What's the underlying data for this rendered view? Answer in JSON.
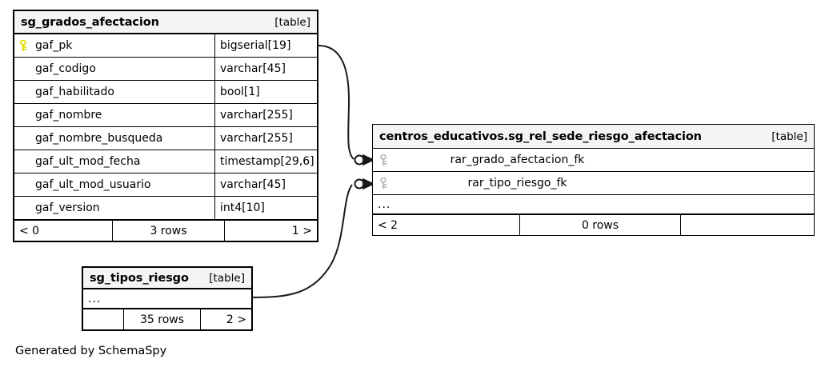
{
  "diagram": {
    "credit": "Generated by SchemaSpy",
    "table_tag": "[table]",
    "ellipsis": "...",
    "colors": {
      "pk_key": "#e8e800",
      "fk_key": "#b8b8b8",
      "header_bg": "#f4f4f4",
      "border": "#000000",
      "background": "#ffffff"
    }
  },
  "tables": {
    "grados": {
      "title": "sg_grados_afectacion",
      "tag": "[table]",
      "columns": [
        {
          "name": "gaf_pk",
          "type": "bigserial[19]",
          "key": "primary-key-icon"
        },
        {
          "name": "gaf_codigo",
          "type": "varchar[45]",
          "key": null
        },
        {
          "name": "gaf_habilitado",
          "type": "bool[1]",
          "key": null
        },
        {
          "name": "gaf_nombre",
          "type": "varchar[255]",
          "key": null
        },
        {
          "name": "gaf_nombre_busqueda",
          "type": "varchar[255]",
          "key": null
        },
        {
          "name": "gaf_ult_mod_fecha",
          "type": "timestamp[29,6]",
          "key": null
        },
        {
          "name": "gaf_ult_mod_usuario",
          "type": "varchar[45]",
          "key": null
        },
        {
          "name": "gaf_version",
          "type": "int4[10]",
          "key": null
        }
      ],
      "footer": {
        "left": "< 0",
        "middle": "3 rows",
        "right": "1 >"
      }
    },
    "relacion": {
      "title": "centros_educativos.sg_rel_sede_riesgo_afectacion",
      "tag": "[table]",
      "columns": [
        {
          "name": "rar_grado_afectacion_fk",
          "key": "foreign-key-icon"
        },
        {
          "name": "rar_tipo_riesgo_fk",
          "key": "foreign-key-icon"
        }
      ],
      "ellipsis": "...",
      "footer": {
        "left": "< 2",
        "middle": "0 rows",
        "right": ""
      }
    },
    "tipos": {
      "title": "sg_tipos_riesgo",
      "tag": "[table]",
      "ellipsis": "...",
      "footer": {
        "left": "",
        "middle": "35 rows",
        "right": "2 >"
      }
    }
  },
  "relationships": [
    {
      "name": "grados-to-relacion",
      "from_table": "sg_grados_afectacion",
      "from_column": "gaf_pk",
      "to_table": "centros_educativos.sg_rel_sede_riesgo_afectacion",
      "to_column": "rar_grado_afectacion_fk",
      "cardinality": "zero-or-many"
    },
    {
      "name": "tipos-to-relacion",
      "from_table": "sg_tipos_riesgo",
      "from_column": "",
      "to_table": "centros_educativos.sg_rel_sede_riesgo_afectacion",
      "to_column": "rar_tipo_riesgo_fk",
      "cardinality": "zero-or-many"
    }
  ]
}
